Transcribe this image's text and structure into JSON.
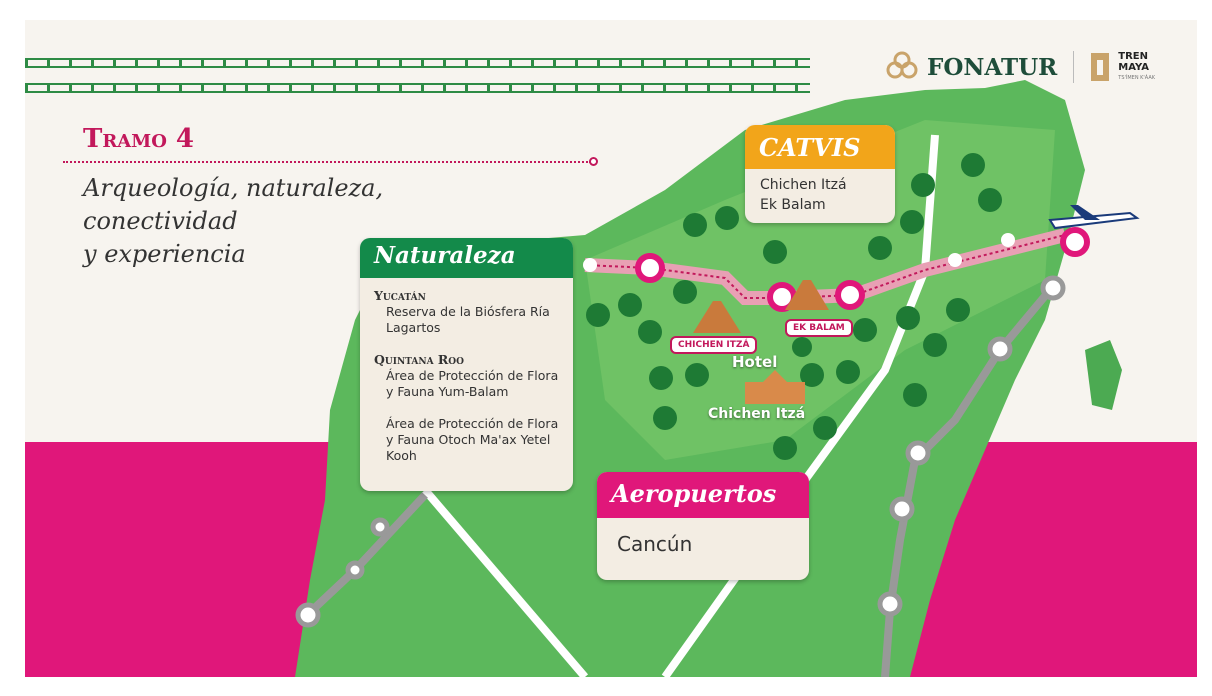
{
  "header": {
    "section": "Tramo 4",
    "subtitle_lines": [
      "Arqueología, naturaleza,",
      "conectividad",
      "y experiencia"
    ]
  },
  "logos": {
    "fonatur": "FONATUR",
    "tren_maya": [
      "TREN",
      "MAYA"
    ],
    "tren_maya_tagline": "TS'ÍMEN K'ÁAK"
  },
  "naturaleza": {
    "title": "Naturaleza",
    "groups": [
      {
        "state": "Yucatán",
        "items": [
          "Reserva de la Biósfera Ría Lagartos"
        ]
      },
      {
        "state": "Quintana Roo",
        "items": [
          "Área de Protección de Flora y Fauna Yum-Balam",
          "Área de Protección de Flora y Fauna Otoch Ma'ax Yetel Kooh"
        ]
      }
    ]
  },
  "catvis": {
    "title": "CATVIS",
    "items": [
      "Chichen Itzá",
      "Ek Balam"
    ]
  },
  "aeropuertos": {
    "title": "Aeropuertos",
    "items": [
      "Cancún"
    ]
  },
  "map_labels": {
    "chichen_itza": "CHICHEN ITZÁ",
    "ek_balam": "EK BALAM",
    "hotel": "Hotel",
    "hotel_name": "Chichen Itzá"
  },
  "colors": {
    "green": "#138a4a",
    "pink": "#e0177a",
    "orange": "#f2a51a",
    "map_green": "#5cb85c"
  }
}
